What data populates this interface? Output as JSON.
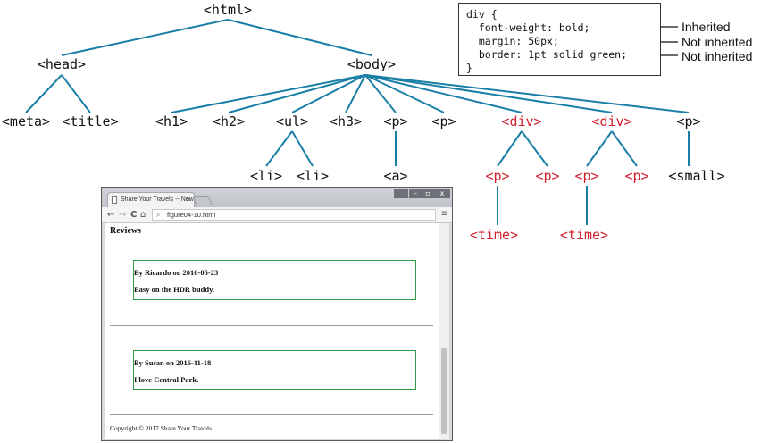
{
  "tree": {
    "html": "<html>",
    "head": "<head>",
    "body": "<body>",
    "meta": "<meta>",
    "title": "<title>",
    "h1": "<h1>",
    "h2": "<h2>",
    "ul": "<ul>",
    "h3": "<h3>",
    "p1": "<p>",
    "p2": "<p>",
    "div1": "<div>",
    "div2": "<div>",
    "p3": "<p>",
    "li1": "<li>",
    "li2": "<li>",
    "a": "<a>",
    "div1_p1": "<p>",
    "div1_p2": "<p>",
    "div2_p1": "<p>",
    "div2_p2": "<p>",
    "small": "<small>",
    "time1": "<time>",
    "time2": "<time>"
  },
  "colors": {
    "line": "#1a7fa6",
    "red": "#d0202b",
    "green_border": "#2e9a4a"
  },
  "code": {
    "lines": [
      "div {",
      "  font-weight: bold;",
      "  margin: 50px;",
      "  border: 1pt solid green;",
      "}"
    ],
    "annotations": [
      "Inherited",
      "Not inherited",
      "Not inherited"
    ]
  },
  "browser": {
    "tab_title": "Share Your Travels -- New",
    "tab_close": "×",
    "address": "figure04-10.html",
    "nav": {
      "back": "←",
      "forward": "→",
      "reload": "C",
      "home": "⌂",
      "menu": "≡",
      "search": "🔍"
    },
    "page": {
      "heading": "Reviews",
      "review1_line1": "By Ricardo on 2016-05-23",
      "review1_line2": "Easy on the HDR buddy.",
      "review2_line1": "By Susan on 2016-11-18",
      "review2_line2": "I love Central Park.",
      "copyright": "Copyright © 2017 Share Your Travels"
    }
  }
}
